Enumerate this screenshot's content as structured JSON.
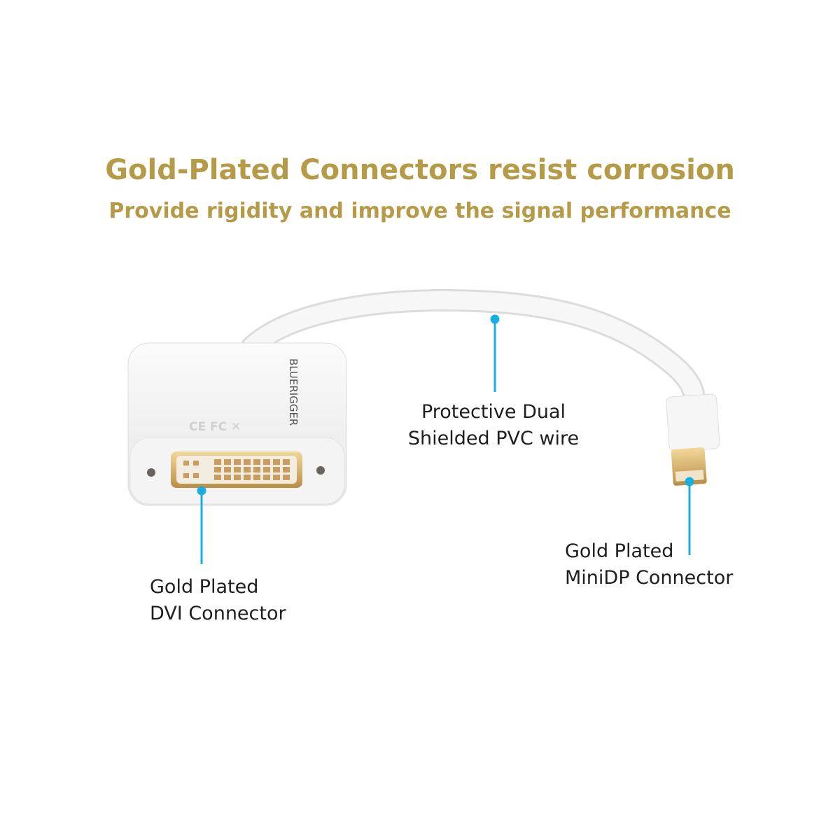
{
  "header": {
    "title": "Gold-Plated Connectors resist corrosion",
    "subtitle": "Provide rigidity and improve the signal performance"
  },
  "callouts": {
    "wire": {
      "line1": "Protective Dual",
      "line2": "Shielded PVC wire"
    },
    "dvi": {
      "line1": "Gold Plated",
      "line2": "DVI Connector"
    },
    "minidp": {
      "line1": "Gold Plated",
      "line2": "MiniDP Connector"
    }
  },
  "product": {
    "brand_logo": "BLUERIGGER",
    "cert_marks": "CE FC"
  },
  "colors": {
    "heading": "#b59b47",
    "callout_line": "#1aaee0",
    "gold": "#d9b66a"
  }
}
